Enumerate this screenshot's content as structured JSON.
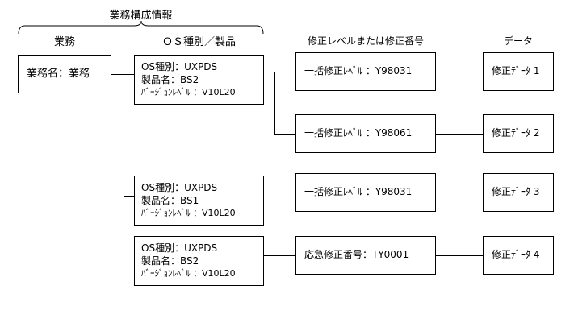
{
  "diagram": {
    "group_label": "業務構成情報",
    "columns": [
      {
        "key": "gyomu",
        "label": "業務"
      },
      {
        "key": "os",
        "label": "ＯＳ種別／製品"
      },
      {
        "key": "fixlevel",
        "label": "修正レベルまたは修正番号"
      },
      {
        "key": "data",
        "label": "データ"
      }
    ],
    "gyomu_box": {
      "text": "業務名：業務"
    },
    "os_boxes": [
      {
        "os_line": "OS種別：UXPDS",
        "product_line": "製品名：BS2",
        "version_line": "ﾊﾞｰｼﾞｮﾝﾚﾍﾞﾙ ：V10L20"
      },
      {
        "os_line": "OS種別：UXPDS",
        "product_line": "製品名：BS1",
        "version_line": "ﾊﾞｰｼﾞｮﾝﾚﾍﾞﾙ ：V10L20"
      },
      {
        "os_line": "OS種別：UXPDS",
        "product_line": "製品名：BS2",
        "version_line": "ﾊﾞｰｼﾞｮﾝﾚﾍﾞﾙ ：V10L20"
      }
    ],
    "fix_boxes": [
      {
        "text": "一括修正ﾚﾍﾞﾙ ：Y98031"
      },
      {
        "text": "一括修正ﾚﾍﾞﾙ ：Y98061"
      },
      {
        "text": "一括修正ﾚﾍﾞﾙ ：Y98031"
      },
      {
        "text": "応急修正番号：TY0001"
      }
    ],
    "data_boxes": [
      {
        "text": "修正ﾃﾞｰﾀ 1"
      },
      {
        "text": "修正ﾃﾞｰﾀ 2"
      },
      {
        "text": "修正ﾃﾞｰﾀ 3"
      },
      {
        "text": "修正ﾃﾞｰﾀ 4"
      }
    ],
    "colors": {
      "line": "#000000",
      "text": "#000000",
      "background": "#ffffff"
    }
  }
}
